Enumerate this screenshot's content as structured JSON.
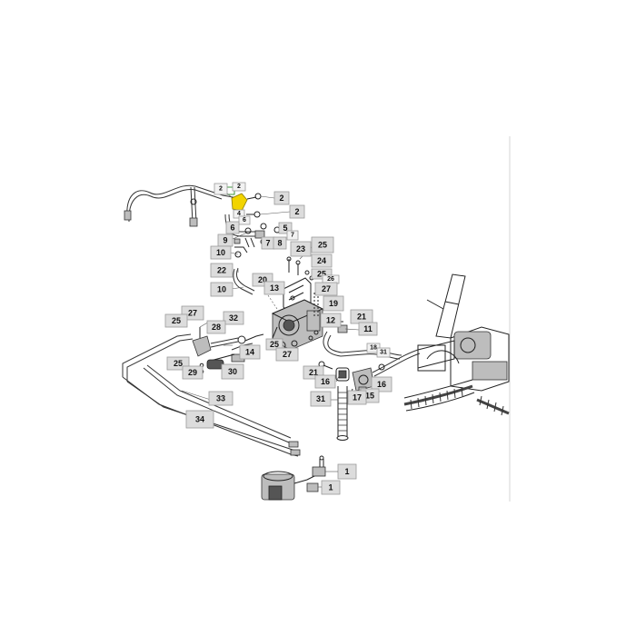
{
  "colors": {
    "highlight": "#f2d400",
    "callout_fill": "#dcdcdc",
    "callout_border": "#9a9a9a",
    "line": "#222222"
  },
  "callouts": [
    {
      "label": "2"
    },
    {
      "label": "2"
    },
    {
      "label": "2"
    },
    {
      "label": "2"
    },
    {
      "label": "4"
    },
    {
      "label": "6"
    },
    {
      "label": "6"
    },
    {
      "label": "5"
    },
    {
      "label": "7"
    },
    {
      "label": "9"
    },
    {
      "label": "7"
    },
    {
      "label": "8"
    },
    {
      "label": "10"
    },
    {
      "label": "23"
    },
    {
      "label": "25"
    },
    {
      "label": "24"
    },
    {
      "label": "25"
    },
    {
      "label": "26"
    },
    {
      "label": "22"
    },
    {
      "label": "20"
    },
    {
      "label": "13"
    },
    {
      "label": "10"
    },
    {
      "label": "27"
    },
    {
      "label": "27"
    },
    {
      "label": "19"
    },
    {
      "label": "12"
    },
    {
      "label": "21"
    },
    {
      "label": "11"
    },
    {
      "label": "25"
    },
    {
      "label": "32"
    },
    {
      "label": "28"
    },
    {
      "label": "25"
    },
    {
      "label": "27"
    },
    {
      "label": "14"
    },
    {
      "label": "18"
    },
    {
      "label": "31"
    },
    {
      "label": "25"
    },
    {
      "label": "29"
    },
    {
      "label": "30"
    },
    {
      "label": "21"
    },
    {
      "label": "16"
    },
    {
      "label": "16"
    },
    {
      "label": "15"
    },
    {
      "label": "31"
    },
    {
      "label": "17"
    },
    {
      "label": "33"
    },
    {
      "label": "34"
    },
    {
      "label": "1"
    },
    {
      "label": "1"
    }
  ]
}
